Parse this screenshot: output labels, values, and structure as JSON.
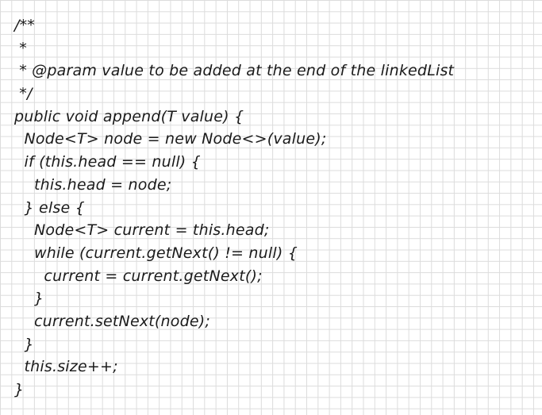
{
  "code": {
    "lines": [
      "/**",
      " *",
      " * @param value to be added at the end of the linkedList",
      " */",
      "public void append(T value) {",
      "  Node<T> node = new Node<>(value);",
      "  if (this.head == null) {",
      "    this.head = node;",
      "  } else {",
      "    Node<T> current = this.head;",
      "    while (current.getNext() != null) {",
      "      current = current.getNext();",
      "    }",
      "    current.setNext(node);",
      "  }",
      "  this.size++;",
      "}"
    ]
  }
}
